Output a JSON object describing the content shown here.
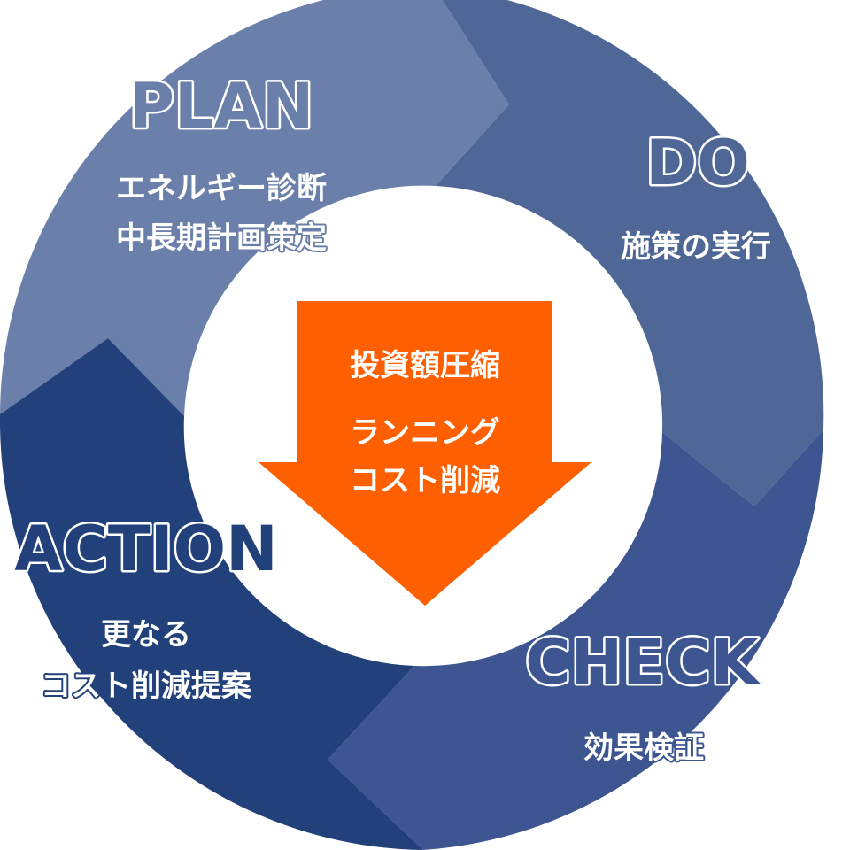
{
  "colors": {
    "plan": "#6a7fa9",
    "do": "#4f6797",
    "check": "#3d5590",
    "action": "#22407a",
    "center_arrow": "#fe5f00",
    "text_light": "#ffffff"
  },
  "cycle": {
    "plan": {
      "title": "PLAN",
      "lines": [
        "エネルギー診断",
        "中長期計画策定"
      ]
    },
    "do": {
      "title": "DO",
      "lines": [
        "施策の実行"
      ]
    },
    "check": {
      "title": "CHECK",
      "lines": [
        "効果検証"
      ]
    },
    "action": {
      "title": "ACTION",
      "lines": [
        "更なる",
        "コスト削減提案"
      ]
    }
  },
  "center": {
    "line1": "投資額圧縮",
    "line2": "ランニング",
    "line3": "コスト削減"
  }
}
